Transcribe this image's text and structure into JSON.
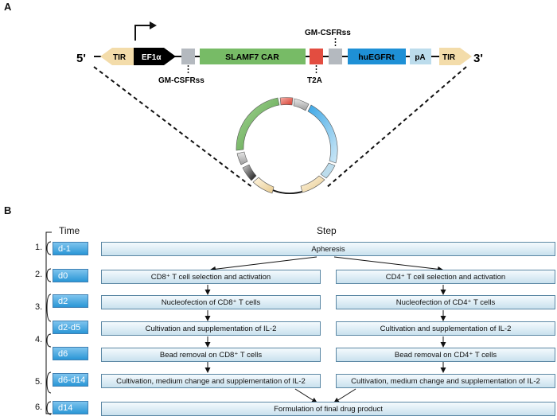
{
  "panel_a": {
    "label": "A",
    "five_prime": "5'",
    "three_prime": "3'",
    "elements": {
      "tir_left": "TIR",
      "promoter": "EF1α",
      "car": "SLAMF7 CAR",
      "egfrt": "huEGFRt",
      "pa": "pA",
      "tir_right": "TIR"
    },
    "annotations": {
      "gmcsf_bottom": "GM-CSFRss",
      "gmcsf_top": "GM-CSFRss",
      "t2a": "T2A"
    },
    "colors": {
      "tir": "#f3dcaa",
      "promoter": "#000000",
      "signal_peptide": "#b4b9bf",
      "car": "#77bb66",
      "t2a": "#e34d40",
      "egfrt": "#1e90d6",
      "pa": "#bcdcec"
    }
  },
  "panel_b": {
    "label": "B",
    "headers": {
      "time": "Time",
      "step": "Step"
    },
    "numbers": [
      "1.",
      "2.",
      "3.",
      "4.",
      "5.",
      "6."
    ],
    "times": [
      "d-1",
      "d0",
      "d2",
      "d2-d5",
      "d6",
      "d6-d14",
      "d14"
    ],
    "steps": {
      "apheresis": "Apheresis",
      "cd8_select": "CD8⁺ T cell selection and activation",
      "cd4_select": "CD4⁺ T cell selection and activation",
      "cd8_nucleo": "Nucleofection of CD8⁺ T cells",
      "cd4_nucleo": "Nucleofection of CD4⁺ T cells",
      "cd8_cult": "Cultivation and supplementation of IL-2",
      "cd4_cult": "Cultivation and supplementation of IL-2",
      "cd8_bead": "Bead removal on CD8⁺ T cells",
      "cd4_bead": "Bead removal on CD4⁺ T cells",
      "cd8_medium": "Cultivation, medium change and supplementation of IL-2",
      "cd4_medium": "Cultivation, medium change and supplementation of IL-2",
      "final": "Formulation of final drug product"
    }
  }
}
